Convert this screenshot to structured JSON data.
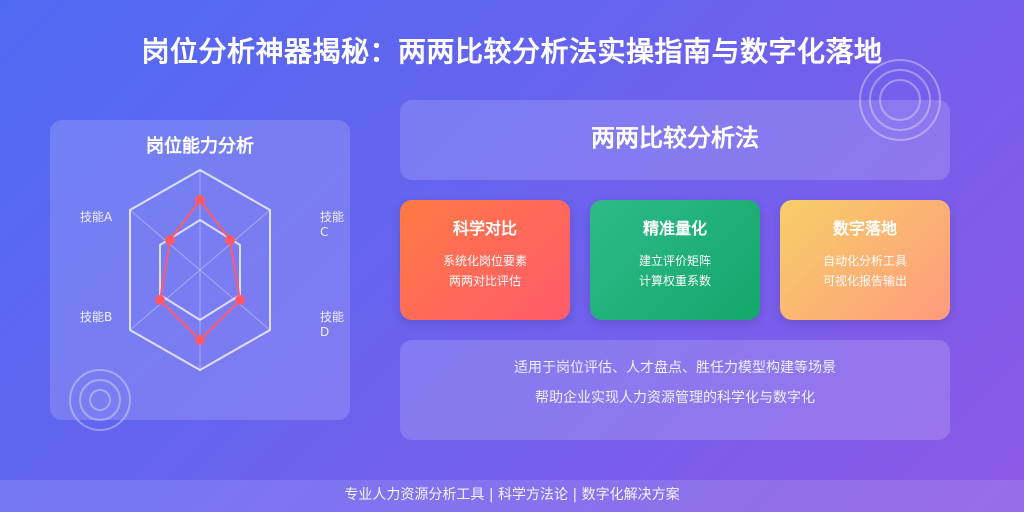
{
  "title": "岗位分析神器揭秘：两两比较分析法实操指南与数字化落地",
  "radar": {
    "title": "岗位能力分析",
    "labels": {
      "a": "技能A",
      "b": "技能B",
      "c": "技能C",
      "d": "技能D"
    }
  },
  "method": {
    "title": "两两比较分析法"
  },
  "cards": [
    {
      "title": "科学对比",
      "lines": [
        "系统化岗位要素",
        "两两对比评估"
      ]
    },
    {
      "title": "精准量化",
      "lines": [
        "建立评价矩阵",
        "计算权重系数"
      ]
    },
    {
      "title": "数字落地",
      "lines": [
        "自动化分析工具",
        "可视化报告输出"
      ]
    }
  ],
  "info": {
    "line1": "适用于岗位评估、人才盘点、胜任力模型构建等场景",
    "line2": "帮助企业实现人力资源管理的科学化与数字化"
  },
  "footer": "专业人力资源分析工具 | 科学方法论 | 数字化解决方案",
  "colors": {
    "background_start": "#4f6af2",
    "background_end": "#8e58e6",
    "radar_series": "#ff5a6a",
    "card_1": "#ff6a55",
    "card_2": "#20b07a",
    "card_3": "#f9b972"
  }
}
